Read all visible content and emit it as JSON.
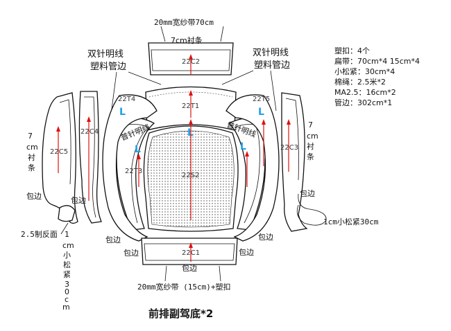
{
  "title": "前排副驾底*2",
  "top_label": "20mm宽纱带70cm",
  "top_strip_label": "7cm衬条",
  "note_left_top": [
    "双针明线",
    "塑料管边"
  ],
  "note_right_top": [
    "双针明线",
    "塑料管边"
  ],
  "spec_list": [
    "塑扣：4个",
    "扁带：70cm*4  15cm*4",
    "小松紧：30cm*4",
    "棉绳：2.5米*2",
    "MA2.5：16cm*2",
    "管边：302cm*1"
  ],
  "pieces": {
    "c2": "22C2",
    "t1": "22T1",
    "t4": "22T4",
    "t5_right": "22T5",
    "c4": "22C4",
    "c5": "22C5",
    "c3": "22C3",
    "t3": "22T3",
    "s2": "22S2",
    "c1": "22C1"
  },
  "left_side_label": [
    "7",
    "cm",
    "衬",
    "条"
  ],
  "right_side_label": [
    "7",
    "cm",
    "衬",
    "条"
  ],
  "seam_labels": {
    "twin_needle_left": "普针明线",
    "twin_needle_right": "普针明线"
  },
  "edge_labels": {
    "left_outer": "包边",
    "left_inner": "包边",
    "right_outer": "包边",
    "right_inner": "包边",
    "bottom_left_1": "包边",
    "bottom_left_2": "包边",
    "bottom_right": "包边",
    "bottom_center": "包边"
  },
  "left_bottom_note": "2.5制反面",
  "left_elastic_label": [
    "1",
    "cm",
    "小",
    "松",
    "紧",
    "3",
    "0",
    "c",
    "m"
  ],
  "right_elastic_label": "1cm小松紧30cm",
  "bottom_label": "20mm宽纱带 (15cm)+塑扣",
  "direction_marks": [
    "L",
    "L",
    "L",
    "L",
    "L"
  ]
}
